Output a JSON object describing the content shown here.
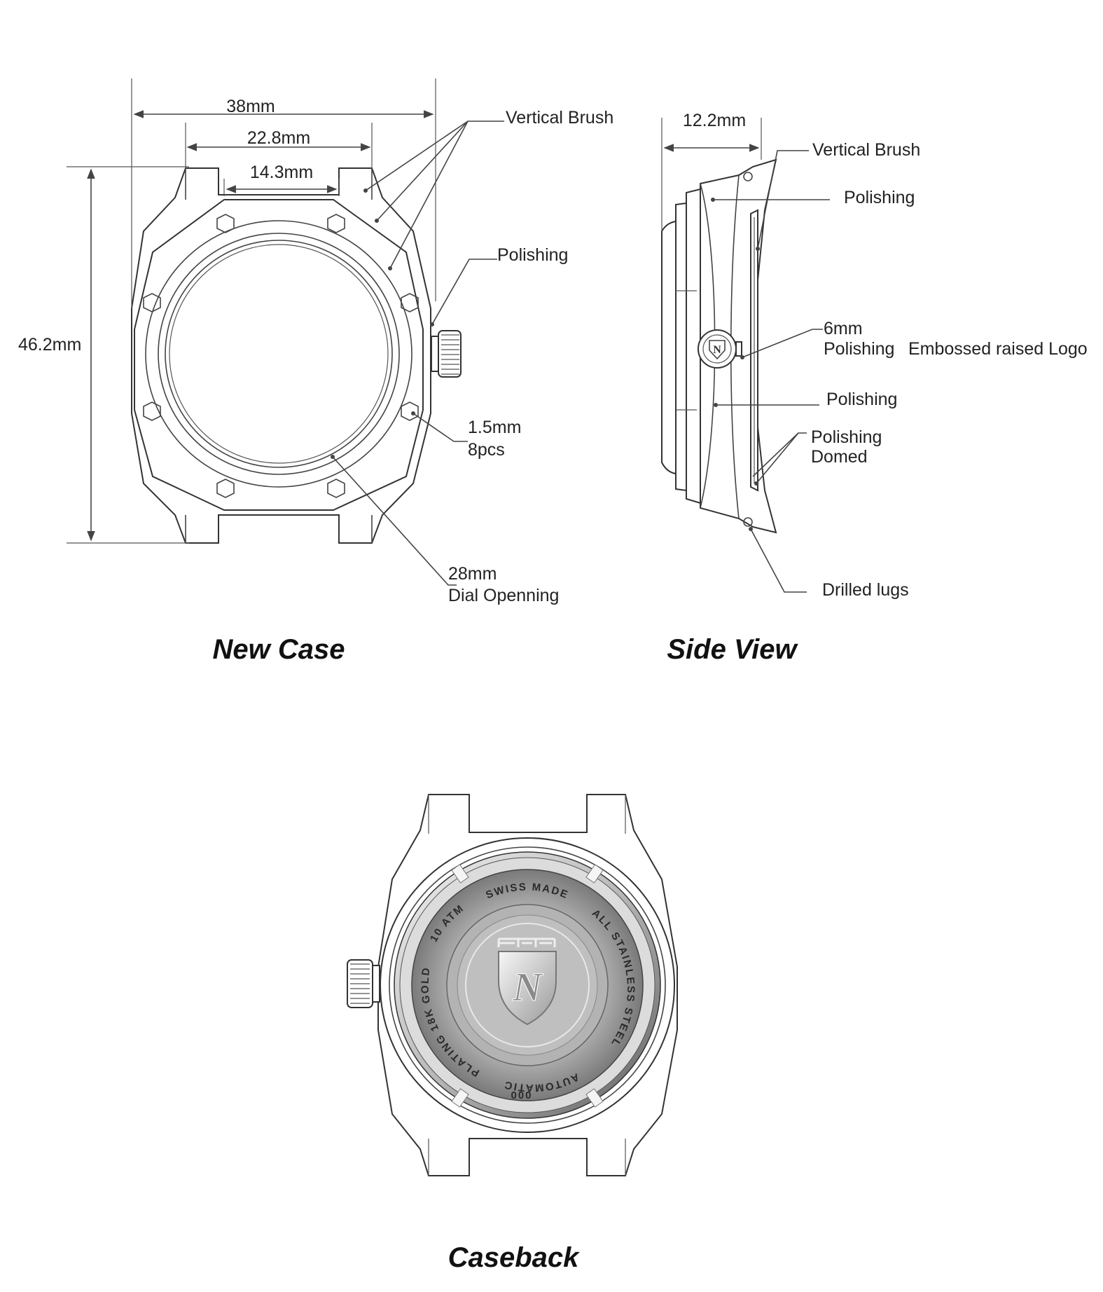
{
  "views": {
    "front": {
      "title": "New Case",
      "dims": {
        "width_total": "38mm",
        "width_lug": "22.8mm",
        "width_inner": "14.3mm",
        "height": "46.2mm"
      },
      "callouts": {
        "vertical_brush": "Vertical Brush",
        "polishing": "Polishing",
        "screw_size": "1.5mm",
        "screw_count": "8pcs",
        "dial_size": "28mm",
        "dial_opening": "Dial Openning"
      }
    },
    "side": {
      "title": "Side View",
      "dims": {
        "thickness": "12.2mm"
      },
      "callouts": {
        "vertical_brush": "Vertical Brush",
        "polishing_top": "Polishing",
        "crown_size": "6mm",
        "crown_polishing": "Polishing",
        "crown_logo": "Embossed raised Logo",
        "polishing_mid": "Polishing",
        "polishing_domed_1": "Polishing",
        "polishing_domed_2": "Domed",
        "drilled_lugs": "Drilled lugs"
      }
    },
    "caseback": {
      "title": "Caseback",
      "engravings": {
        "top": "SWISS MADE",
        "right": "ALL STAINLESS STEEL",
        "bottom": "AUTOMATIC",
        "left_bottom": "PLATING 18K GOLD",
        "left_top": "10 ATM",
        "serial": "000"
      },
      "logo_letter": "N"
    }
  }
}
